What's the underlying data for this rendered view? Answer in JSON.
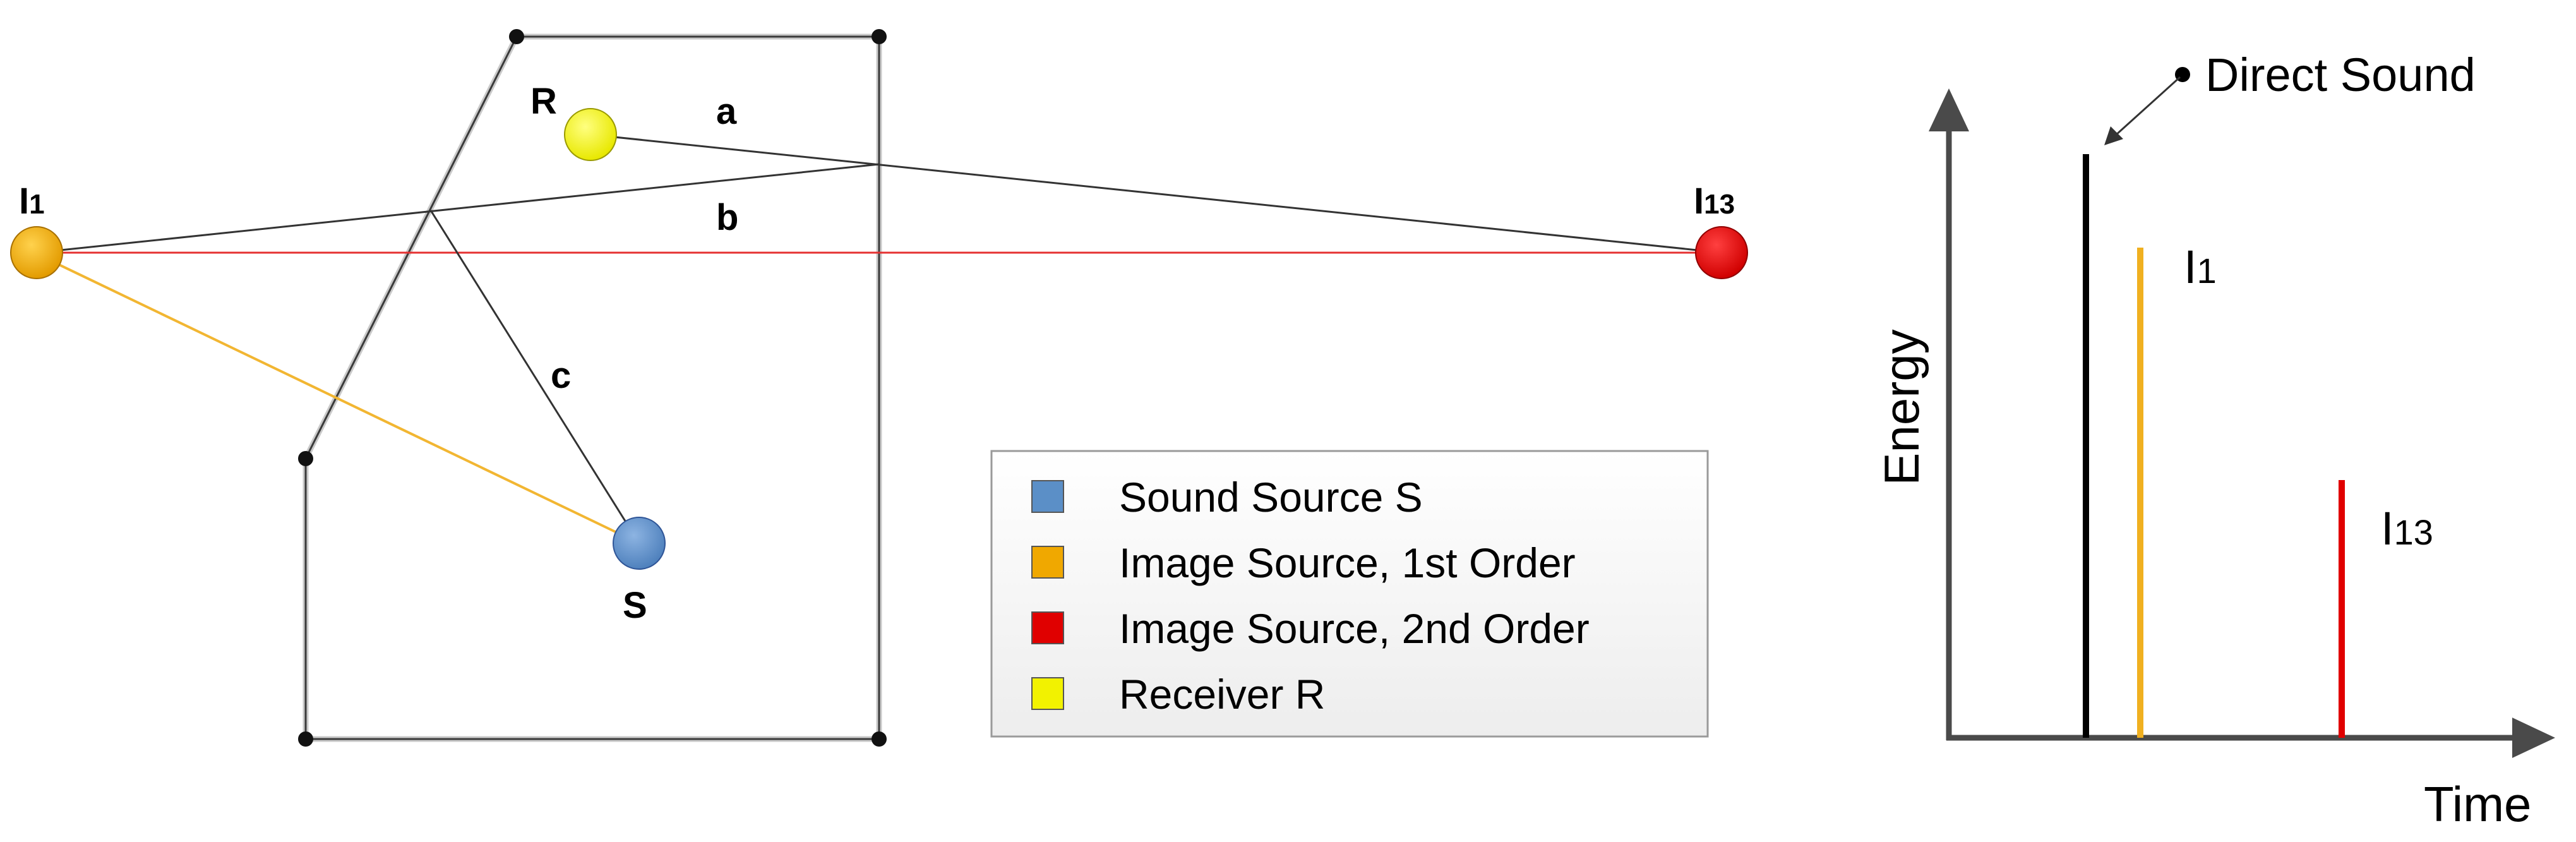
{
  "room_diagram": {
    "labels": {
      "receiver": "R",
      "source": "S",
      "path_a": "a",
      "path_b": "b",
      "path_c": "c",
      "image_1_letter": "I",
      "image_1_index": "1",
      "image_13_letter": "I",
      "image_13_index": "13"
    }
  },
  "legend": {
    "items": [
      {
        "label": "Sound Source S",
        "color": "#5B8FC7"
      },
      {
        "label": "Image Source, 1st Order",
        "color": "#F0A800"
      },
      {
        "label": "Image Source, 2nd Order",
        "color": "#E00000"
      },
      {
        "label": "Receiver R",
        "color": "#F2F200"
      }
    ]
  },
  "echogram": {
    "y_axis_label": "Energy",
    "x_axis_label": "Time",
    "direct_sound_label": "Direct Sound",
    "peaks": [
      {
        "name": "direct",
        "letter": "",
        "index": "",
        "color": "#000000"
      },
      {
        "name": "image-1",
        "letter": "I",
        "index": "1",
        "color": "#F0B020"
      },
      {
        "name": "image-13",
        "letter": "I",
        "index": "13",
        "color": "#E00000"
      }
    ]
  }
}
